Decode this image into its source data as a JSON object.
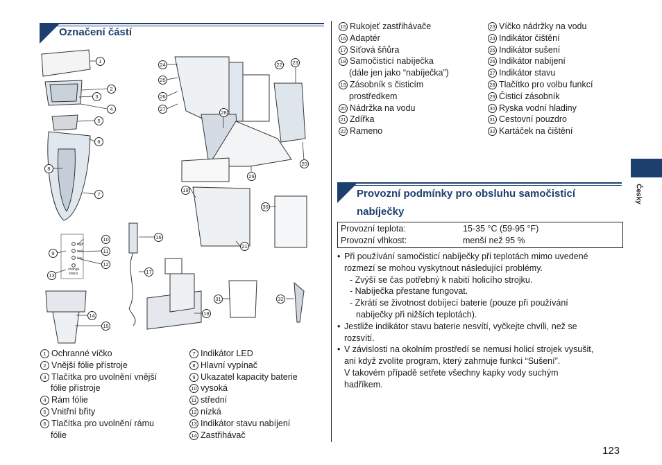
{
  "section1": {
    "title": "Označení částí"
  },
  "section2": {
    "title": "Provozní podmínky pro obsluhu samočisticí nabíječky"
  },
  "parts_left": [
    {
      "num": "1",
      "text": "Ochranné víčko"
    },
    {
      "num": "2",
      "text": "Vnější fólie přístroje"
    },
    {
      "num": "3",
      "text": "Tlačítka pro uvolnění vnější",
      "cont": "fólie přístroje"
    },
    {
      "num": "4",
      "text": "Rám fólie"
    },
    {
      "num": "5",
      "text": "Vnitřní břity"
    },
    {
      "num": "6",
      "text": "Tlačítka pro uvolnění rámu",
      "cont": "fólie"
    }
  ],
  "parts_mid": [
    {
      "num": "7",
      "text": "Indikátor LED"
    },
    {
      "num": "8",
      "text": "Hlavní vypínač"
    },
    {
      "num": "9",
      "text": "Ukazatel kapacity baterie"
    },
    {
      "num": "10",
      "text": "vysoká"
    },
    {
      "num": "11",
      "text": "střední"
    },
    {
      "num": "12",
      "text": "nízká"
    },
    {
      "num": "13",
      "text": "Indikátor stavu nabíjení"
    },
    {
      "num": "14",
      "text": "Zastřihávač"
    }
  ],
  "parts_right1": [
    {
      "num": "15",
      "text": "Rukojeť zastřihávače"
    },
    {
      "num": "16",
      "text": "Adaptér"
    },
    {
      "num": "17",
      "text": "Síťová šňůra"
    },
    {
      "num": "18",
      "text": "Samočisticí nabíječka",
      "cont": "(dále jen jako “nabíječka”)"
    },
    {
      "num": "19",
      "text": "Zásobník s čisticím",
      "cont": "prostředkem"
    },
    {
      "num": "20",
      "text": "Nádržka na vodu"
    },
    {
      "num": "21",
      "text": "Zdířka"
    },
    {
      "num": "22",
      "text": "Rameno"
    }
  ],
  "parts_right2": [
    {
      "num": "23",
      "text": "Víčko nádržky na vodu"
    },
    {
      "num": "24",
      "text": "Indikátor čištění"
    },
    {
      "num": "25",
      "text": "Indikátor sušení"
    },
    {
      "num": "26",
      "text": "Indikátor nabíjení"
    },
    {
      "num": "27",
      "text": "Indikátor stavu"
    },
    {
      "num": "28",
      "text": "Tlačítko pro volbu funkcí"
    },
    {
      "num": "29",
      "text": "Čisticí zásobník"
    },
    {
      "num": "30",
      "text": "Ryska vodní hladiny"
    },
    {
      "num": "31",
      "text": "Cestovní pouzdro"
    },
    {
      "num": "32",
      "text": "Kartáček na čištění"
    }
  ],
  "conditions": [
    {
      "label": "Provozní teplota:",
      "value": "15-35 °C (59-95 °F)"
    },
    {
      "label": "Provozní vlhkost:",
      "value": "menší než 95 %"
    }
  ],
  "bullets": {
    "b1": "Při používání samočisticí nabíječky při teplotách mimo uvedené",
    "b1c": "rozmezí se mohou vyskytnout následující problémy.",
    "s1": "- Zvýší se čas potřebný k nabití holicího strojku.",
    "s2": "- Nabíječka přestane fungovat.",
    "s3": "- Zkrátí se životnost dobíjecí baterie (pouze při používání",
    "s3c": "nabíječky při nižších teplotách).",
    "b2": "Jestliže indikátor stavu baterie nesvítí, vyčkejte chvíli, než se",
    "b2c": "rozsvítí.",
    "b3": "V závislosti na okolním prostředí se nemusí holicí strojek vysušit,",
    "b3c": "ani když zvolíte program, který zahrnuje funkci “Sušení”.",
    "b3d": "V takovém případě setřete všechny kapky vody suchým",
    "b3e": "hadříkem."
  },
  "fig_labels": {
    "high": "high",
    "mid": "mid",
    "low": "low",
    "change": "change",
    "status": "status"
  },
  "language_tab": "Česky",
  "page_number": "123",
  "colors": {
    "accent": "#1c3f6e"
  }
}
